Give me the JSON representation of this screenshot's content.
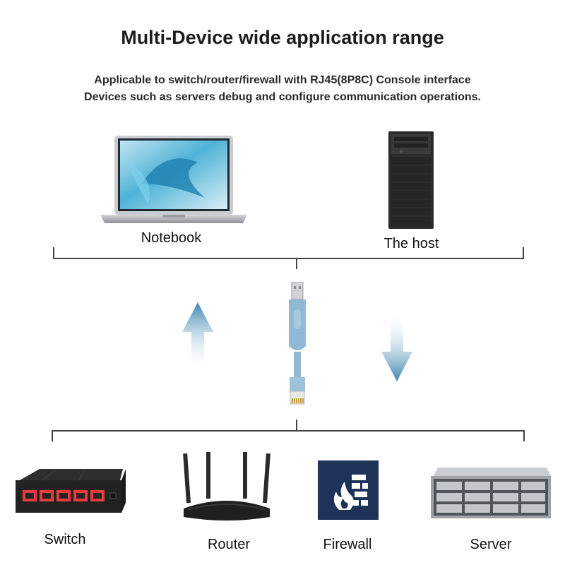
{
  "title": "Multi-Device wide application range",
  "subtitle_line1": "Applicable to switch/router/firewall with RJ45(8P8C) Console interface",
  "subtitle_line2": "Devices such as servers debug and configure communication operations.",
  "top_devices": [
    {
      "label": "Notebook",
      "icon": "laptop-icon"
    },
    {
      "label": "The host",
      "icon": "desktop-tower-icon"
    }
  ],
  "bottom_devices": [
    {
      "label": "Switch",
      "icon": "network-switch-icon"
    },
    {
      "label": "Router",
      "icon": "wifi-router-icon"
    },
    {
      "label": "Firewall",
      "icon": "firewall-icon"
    },
    {
      "label": "Server",
      "icon": "rack-server-icon"
    }
  ],
  "colors": {
    "arrow": "#4a8fb6",
    "cable": "#8fb9d4",
    "switch_port": "#e53d3d",
    "firewall_bg": "#1f3358"
  }
}
